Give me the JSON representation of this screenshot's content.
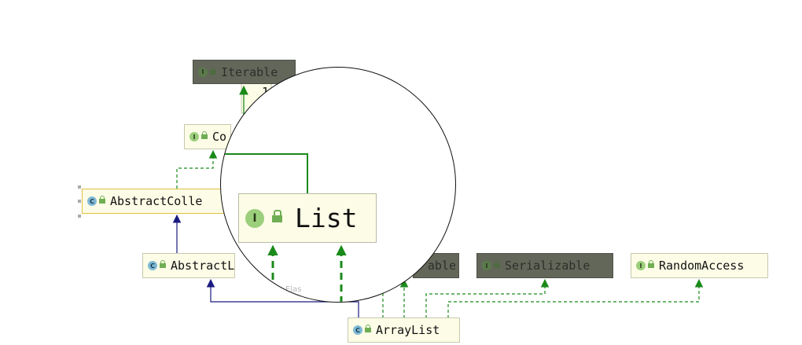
{
  "diagram": {
    "nodes": [
      {
        "id": "iterable",
        "label": "Iterable",
        "kind": "interface",
        "theme": "dark"
      },
      {
        "id": "collection",
        "label": "Co",
        "kind": "interface",
        "theme": "light"
      },
      {
        "id": "abstract-collection",
        "label": "AbstractColle",
        "kind": "class",
        "theme": "light"
      },
      {
        "id": "abstract-list",
        "label": "AbstractLi",
        "kind": "class",
        "theme": "light"
      },
      {
        "id": "cloneable",
        "label": "able",
        "kind": "interface",
        "theme": "dark"
      },
      {
        "id": "serializable",
        "label": "Serializable",
        "kind": "interface",
        "theme": "dark"
      },
      {
        "id": "random-access",
        "label": "RandomAccess",
        "kind": "interface",
        "theme": "light"
      },
      {
        "id": "array-list",
        "label": "ArrayList",
        "kind": "class",
        "theme": "light"
      }
    ],
    "badge_letters": {
      "interface": "I",
      "class": "C"
    },
    "colors": {
      "implements_edge": "#1a8a1a",
      "extends_edge": "#1a1a80",
      "node_light_bg": "#fdfde7",
      "node_dark_bg": "#63675a"
    },
    "fragments": {
      "partial_box_text": "1",
      "edge_label": "Elas"
    }
  },
  "magnifier": {
    "label": "List",
    "badge": "I"
  }
}
